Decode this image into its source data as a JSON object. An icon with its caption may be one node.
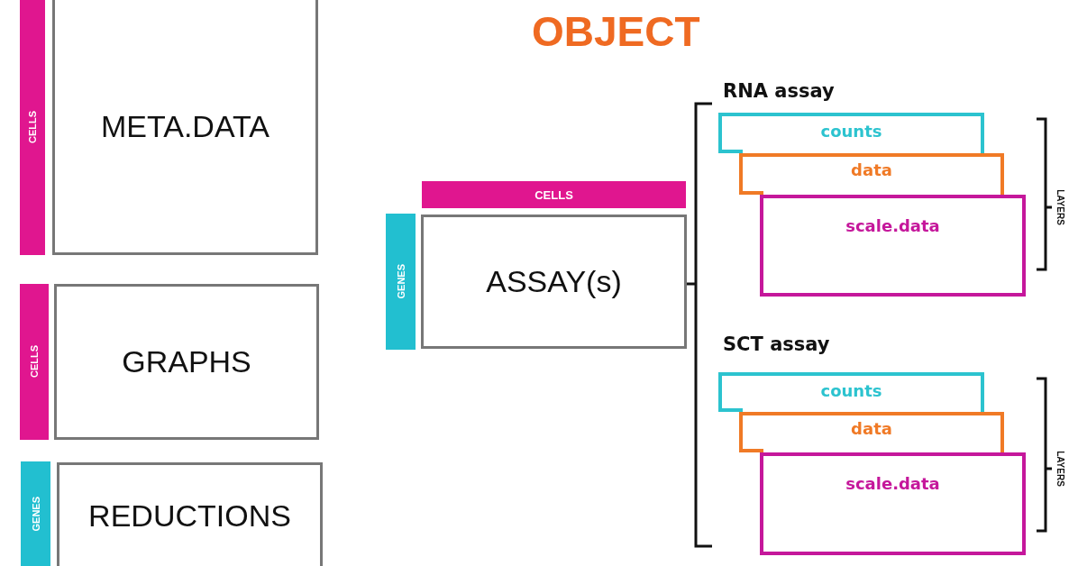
{
  "diagram": {
    "title": "OBJECT",
    "nodes": [
      {
        "text": [
          "CELLS"
        ]
      },
      {
        "text": [
          "META.DATA"
        ]
      },
      {
        "text": [
          "CELLS"
        ]
      },
      {
        "text": [
          "GRAPHS"
        ]
      },
      {
        "text": [
          "GENES"
        ]
      },
      {
        "text": [
          "REDUCTIONS"
        ]
      },
      {
        "text": [
          "CELLS"
        ]
      },
      {
        "text": [
          "GENES"
        ]
      },
      {
        "text": [
          "ASSAY(s)"
        ]
      },
      {
        "text": [
          "counts"
        ]
      },
      {
        "text": [
          "data"
        ]
      },
      {
        "text": [
          "scale.data"
        ]
      },
      {
        "text": [
          "counts"
        ]
      },
      {
        "text": [
          "data"
        ]
      },
      {
        "text": [
          "scale.data"
        ]
      }
    ],
    "labels": [
      "RNA assay",
      "LAYERS",
      "SCT assay",
      "LAYERS"
    ]
  }
}
